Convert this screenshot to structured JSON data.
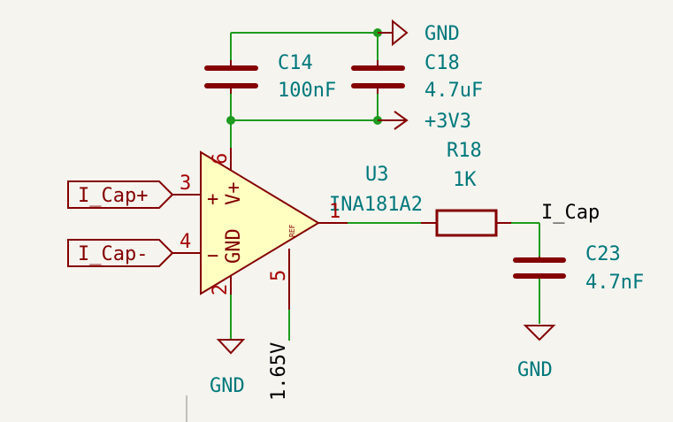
{
  "colors": {
    "background": "#f5f4ef",
    "wire": "#1e9b1e",
    "component": "#840000",
    "component_fill": "#ffffc2",
    "ref_text": "#00787c",
    "pin_text": "#a60000",
    "net_text": "#000000",
    "junction": "#1e9b1e"
  },
  "components": {
    "c14": {
      "ref": "C14",
      "value": "100nF"
    },
    "c18": {
      "ref": "C18",
      "value": "4.7uF"
    },
    "c23": {
      "ref": "C23",
      "value": "4.7nF"
    },
    "r18": {
      "ref": "R18",
      "value": "1K"
    },
    "u3": {
      "ref": "U3",
      "value": "INA181A2"
    }
  },
  "power": {
    "gnd_top": "GND",
    "v3v3": "+3V3",
    "gnd_left": "GND",
    "gnd_right": "GND"
  },
  "labels": {
    "i_cap_plus": "I_Cap+",
    "i_cap_minus": "I_Cap-",
    "i_cap_net": "I_Cap",
    "ref_net": "1.65V"
  },
  "opamp": {
    "plus_sign": "+",
    "minus_sign": "−",
    "gnd_label": "GND",
    "vplus_label": "V+",
    "ref_label": "REF"
  },
  "pins": {
    "p1": "1",
    "p2": "2",
    "p3": "3",
    "p4": "4",
    "p5": "5",
    "p6": "6"
  }
}
